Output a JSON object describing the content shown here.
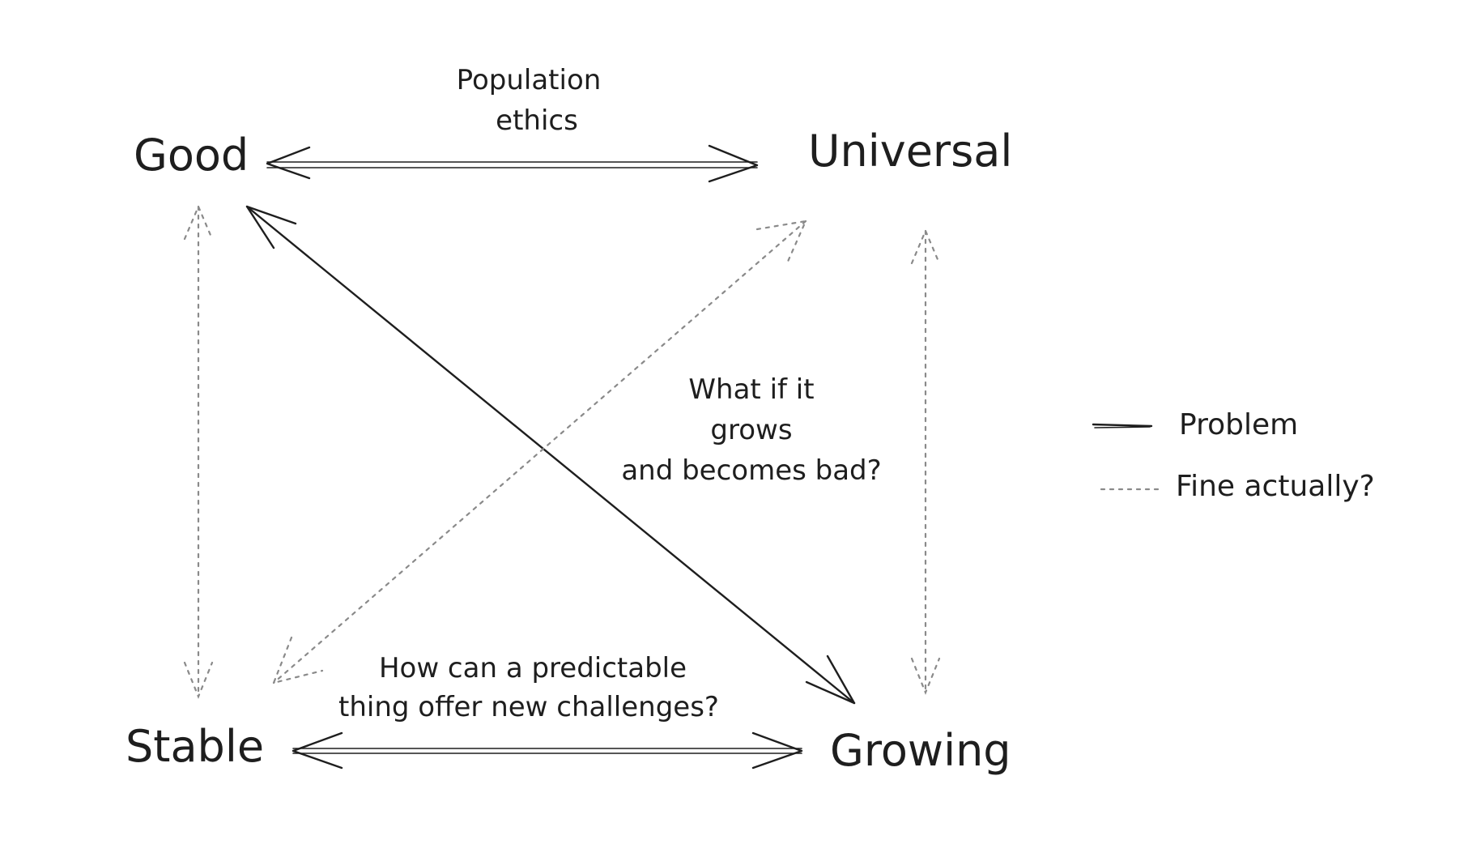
{
  "nodes": {
    "good": "Good",
    "universal": "Universal",
    "stable": "Stable",
    "growing": "Growing"
  },
  "edge_labels": {
    "top": [
      "Population",
      "ethics"
    ],
    "diagonal": [
      "What if it",
      "grows",
      "and becomes bad?"
    ],
    "bottom": [
      "How can a predictable",
      "thing offer new challenges?"
    ]
  },
  "legend": {
    "solid": "Problem",
    "dotted": "Fine actually?"
  },
  "colors": {
    "ink": "#1e1e1e",
    "dotted": "#8a8a8a",
    "background": "#ffffff"
  }
}
